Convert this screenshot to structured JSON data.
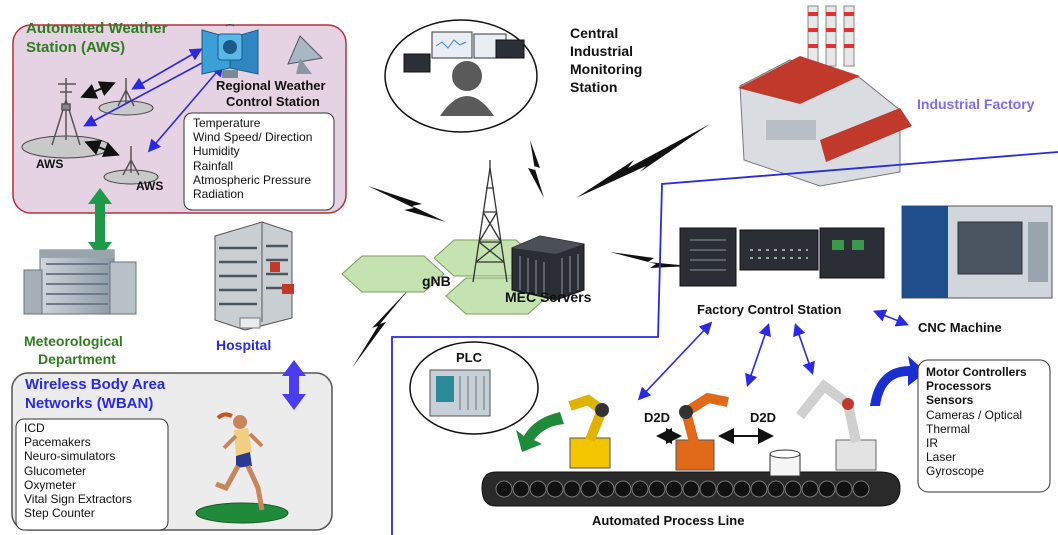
{
  "aws_region": {
    "title_line1": "Automated Weather",
    "title_line2": "Station (AWS)",
    "aws_label_1": "AWS",
    "aws_label_2": "AWS",
    "regional_line1": "Regional Weather",
    "regional_line2": "Control Station",
    "sensors": [
      "Temperature",
      "Wind Speed/ Direction",
      "Humidity",
      "Rainfall",
      "Atmospheric Pressure",
      "Radiation"
    ]
  },
  "meteorological": {
    "line1": "Meteorological",
    "line2": "Department"
  },
  "hospital": {
    "label": "Hospital"
  },
  "wban": {
    "title_line1": "Wireless Body Area",
    "title_line2": "Networks (WBAN)",
    "devices": [
      "ICD",
      "Pacemakers",
      "Neuro-simulators",
      "Glucometer",
      "Oxymeter",
      "Vital Sign Extractors",
      "Step Counter"
    ]
  },
  "central": {
    "line1": "Central",
    "line2": "Industrial",
    "line3": "Monitoring",
    "line4": "Station"
  },
  "gnb": {
    "label": "gNB"
  },
  "mec": {
    "label": "MEC Servers"
  },
  "factory": {
    "label": "Industrial Factory"
  },
  "factory_control": {
    "label": "Factory Control Station"
  },
  "cnc": {
    "label": "CNC Machine"
  },
  "plc": {
    "label": "PLC"
  },
  "d2d": {
    "label_1": "D2D",
    "label_2": "D2D"
  },
  "robot_sensors": {
    "bold_items": [
      "Motor Controllers",
      "Processors",
      "Sensors"
    ],
    "items": [
      "Cameras / Optical",
      "Thermal",
      "IR",
      "Laser",
      "Gyroscope"
    ]
  },
  "process_line": {
    "label": "Automated Process Line"
  },
  "colors": {
    "aws_fill": "#e5d3e4",
    "aws_border": "#b0303a",
    "green_title": "#2f7d1f",
    "blue_label": "#2a2ae0",
    "factory_label": "#7b6cf0",
    "hex_fill": "#c4e3b0",
    "separator": "#2a2ae0"
  }
}
